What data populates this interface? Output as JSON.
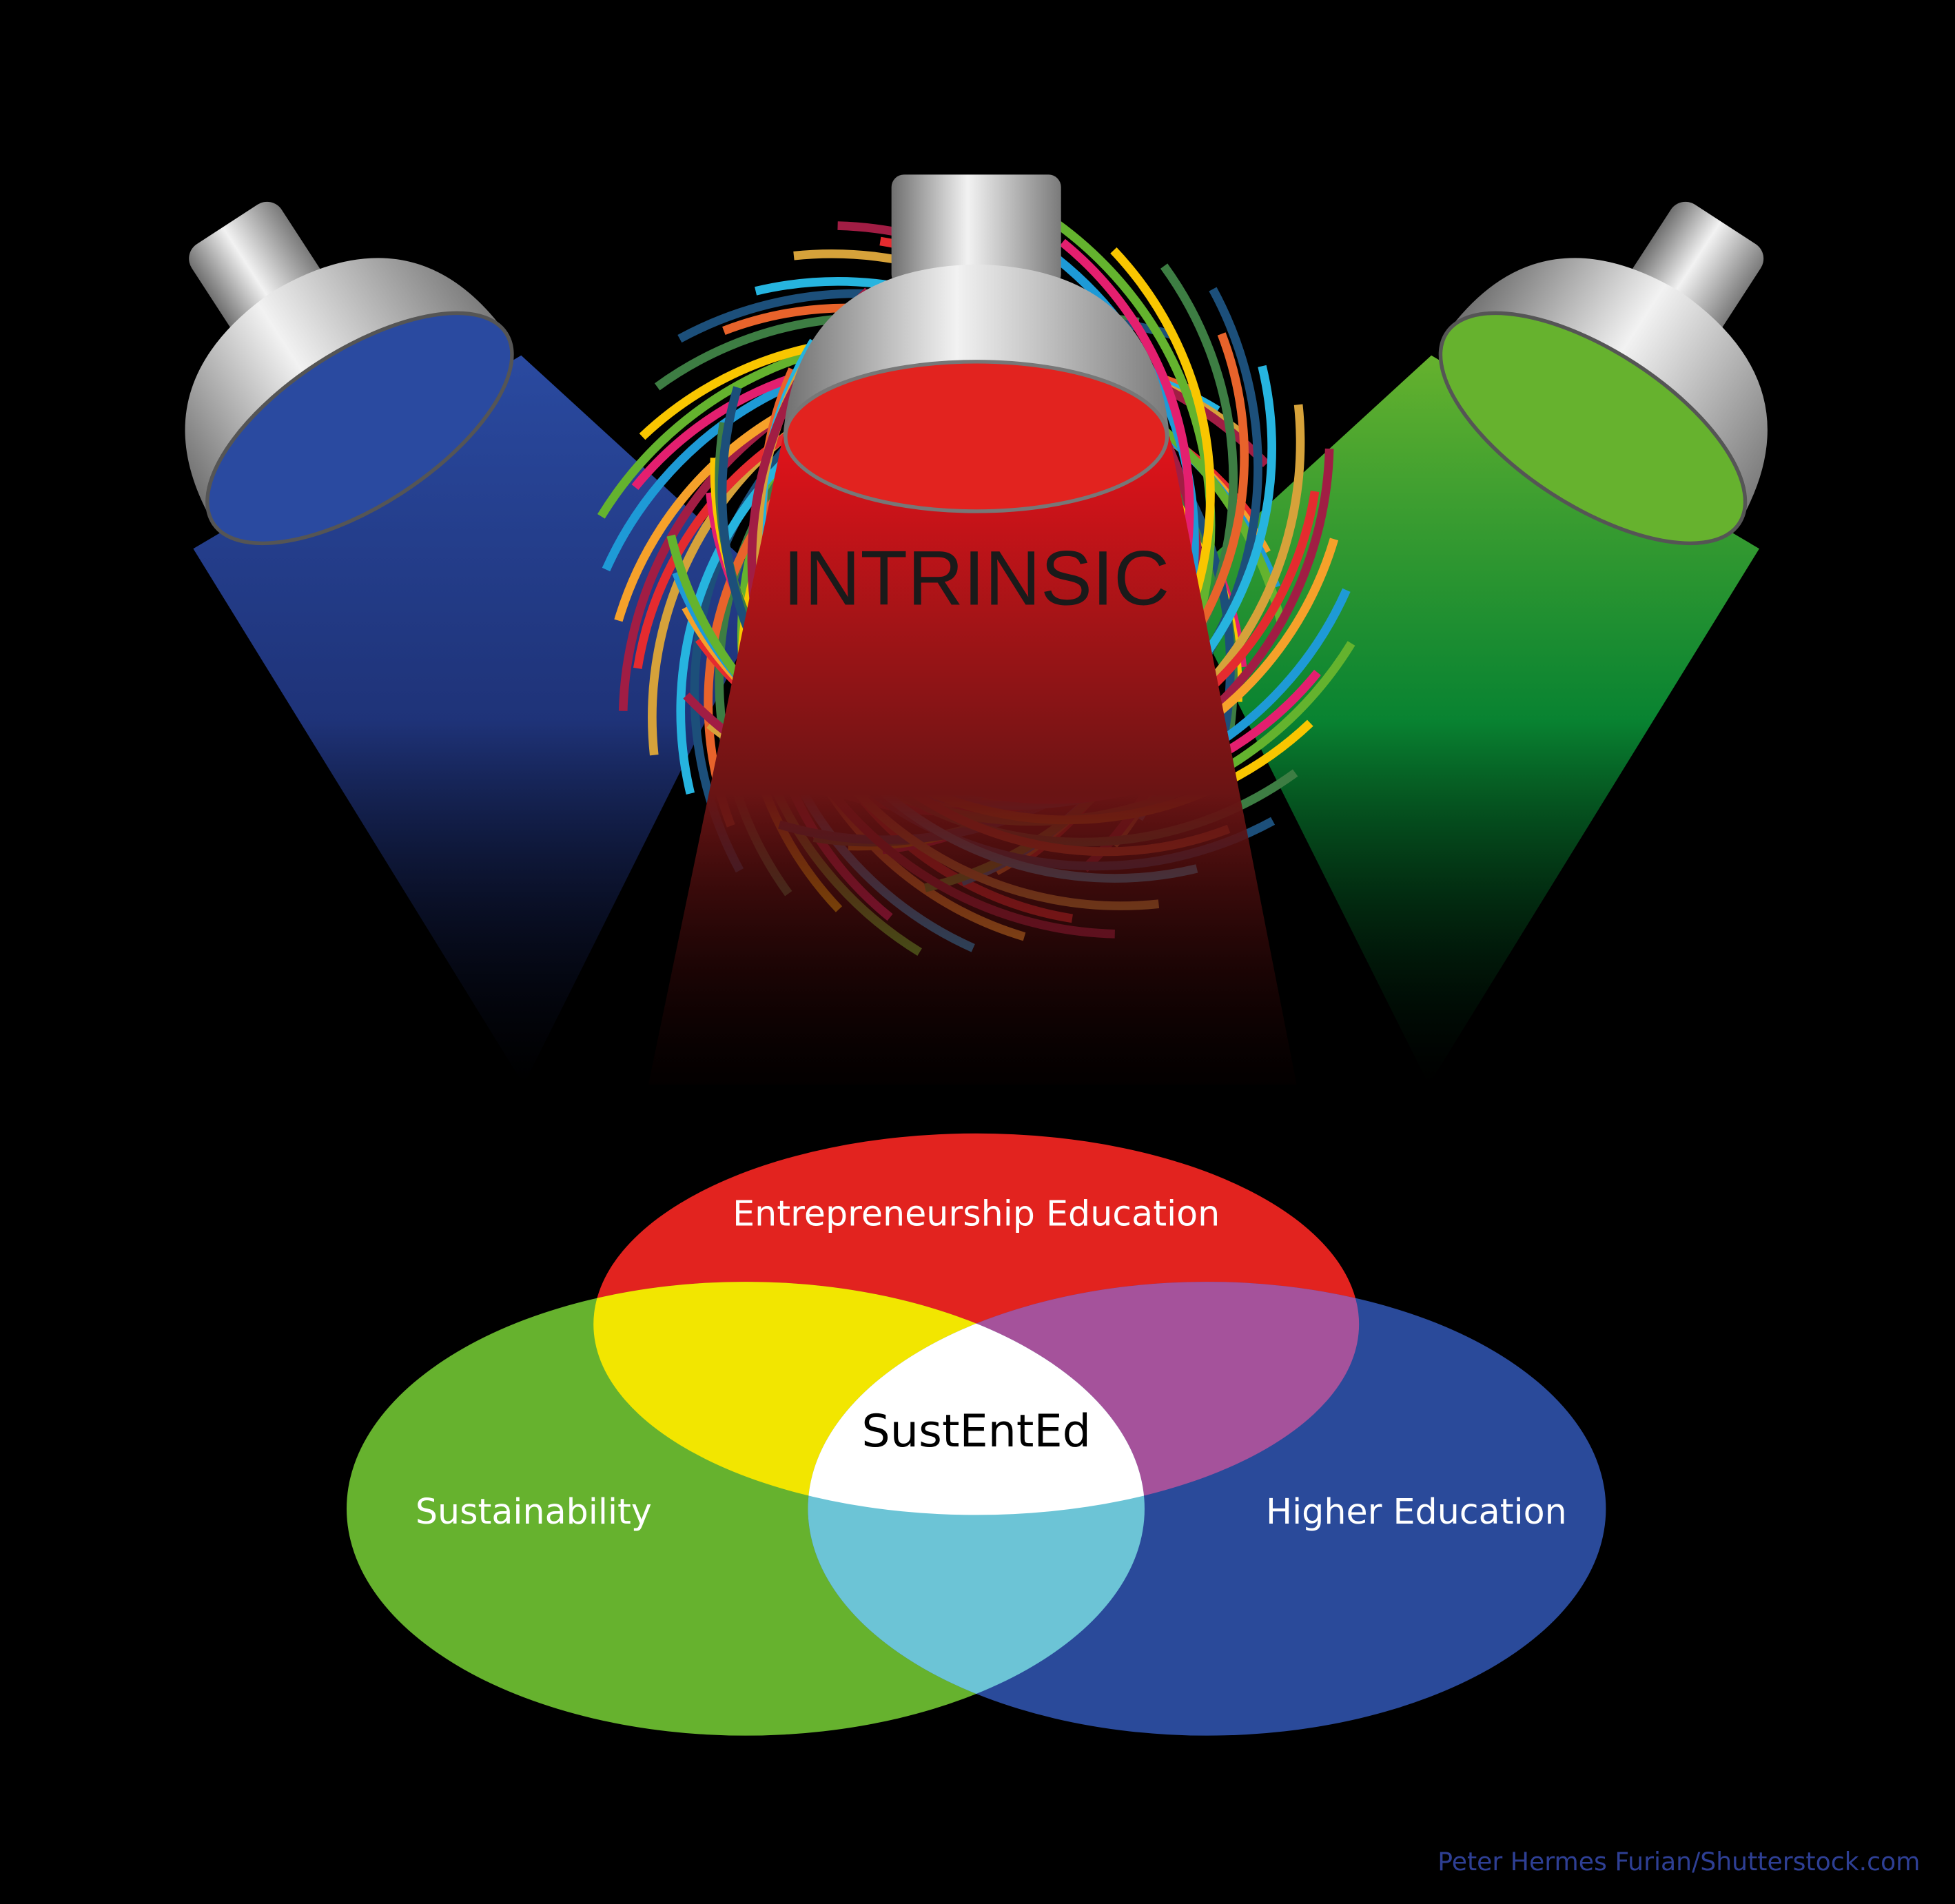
{
  "spotlight_label": "INTRINSIC",
  "venn": {
    "top": "Entrepreneurship Education",
    "left": "Sustainability",
    "right": "Higher Education",
    "center": "SustEntEd"
  },
  "credit": "Peter Hermes Furian/Shutterstock.com",
  "colors": {
    "red": "#e2231f",
    "green": "#66b22e",
    "blue": "#2a4a9a",
    "yellow": "#f2e600",
    "magenta": "#a5529b",
    "cyan": "#6cc4d6",
    "white": "#ffffff",
    "credit": "#2e3f94"
  },
  "swirl_palette": [
    "#e52b2f",
    "#f6a12a",
    "#1e9ad6",
    "#64b32e",
    "#e41f6f",
    "#f9c600",
    "#3d7d43",
    "#1c4f7a",
    "#e8632b",
    "#26b4df",
    "#d6a23a",
    "#a11d44"
  ]
}
